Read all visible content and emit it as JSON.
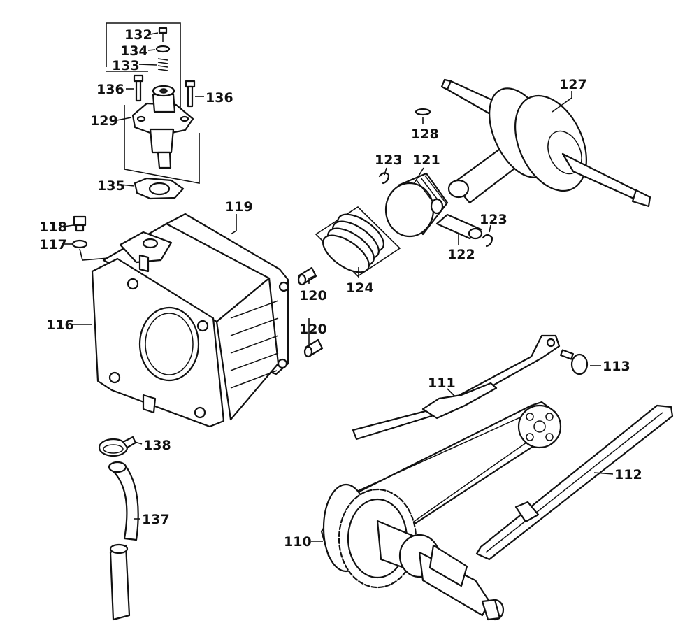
{
  "labels": {
    "p110": "110",
    "p111": "111",
    "p112": "112",
    "p113": "113",
    "p116": "116",
    "p117": "117",
    "p118": "118",
    "p119": "119",
    "p120a": "120",
    "p120b": "120",
    "p121": "121",
    "p122": "122",
    "p123a": "123",
    "p123b": "123",
    "p124": "124",
    "p127": "127",
    "p128": "128",
    "p129": "129",
    "p132": "132",
    "p133": "133",
    "p134": "134",
    "p135": "135",
    "p136a": "136",
    "p136b": "136",
    "p137": "137",
    "p138": "138"
  }
}
